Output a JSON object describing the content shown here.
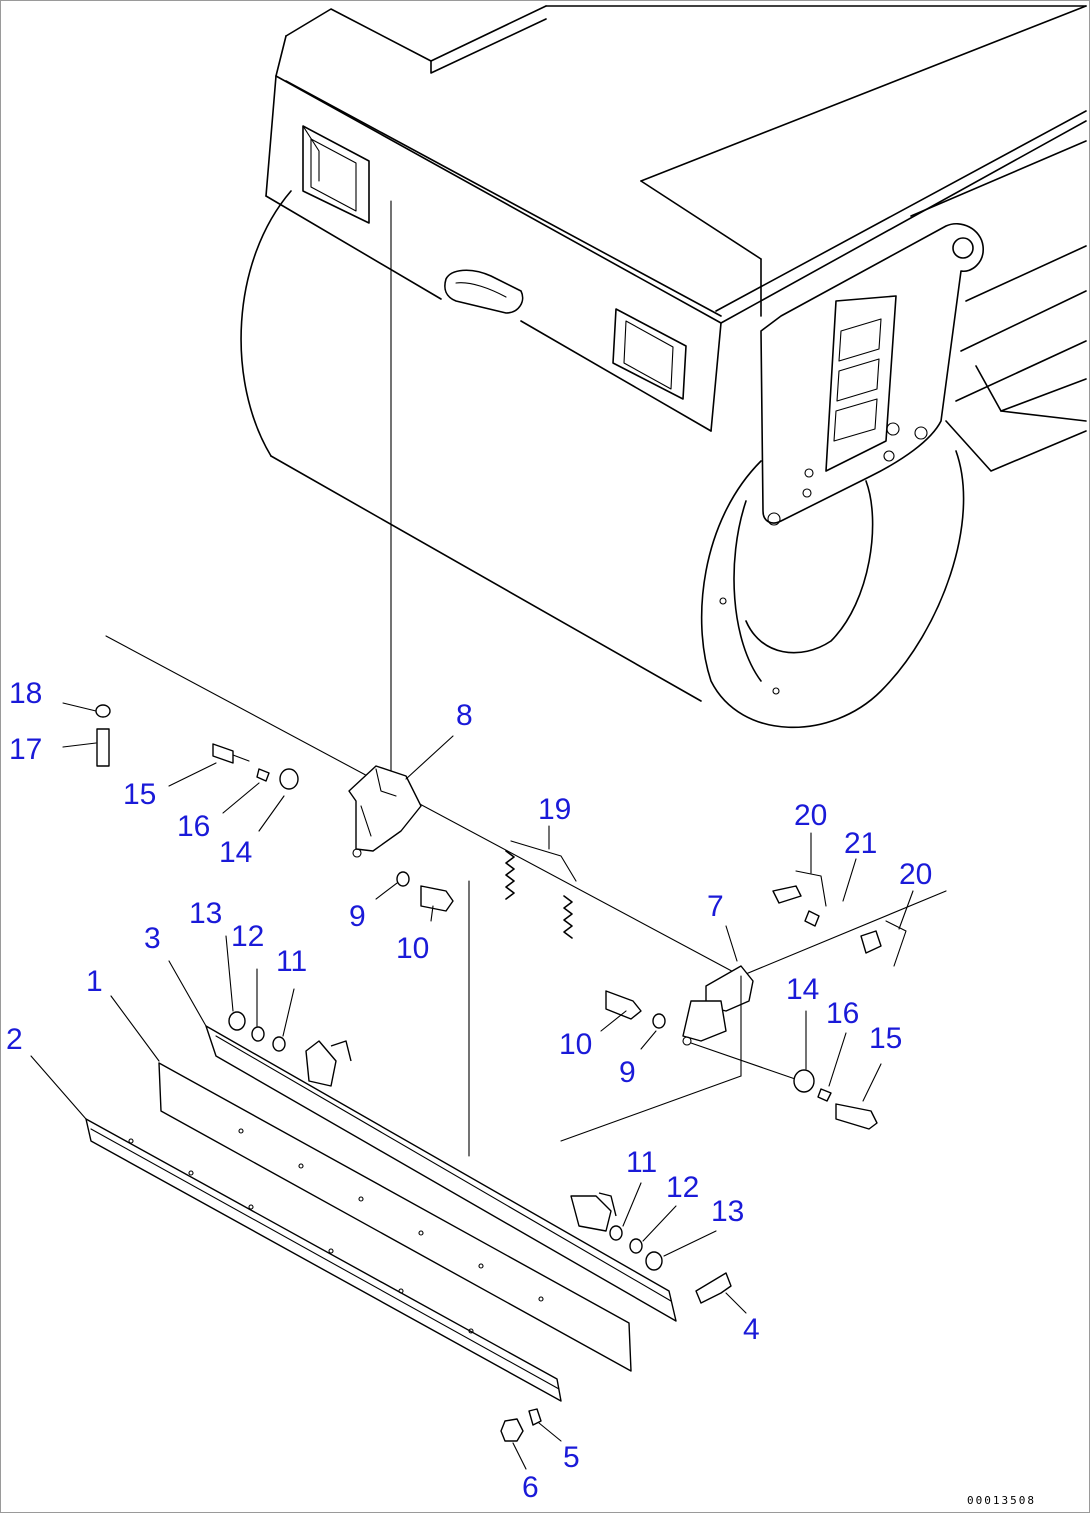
{
  "diagram": {
    "part_labels": [
      "18",
      "17",
      "15",
      "16",
      "14",
      "8",
      "19",
      "9",
      "10",
      "20",
      "21",
      "20",
      "7",
      "13",
      "12",
      "11",
      "3",
      "1",
      "2",
      "10",
      "9",
      "14",
      "16",
      "15",
      "11",
      "12",
      "13",
      "4",
      "5",
      "6"
    ],
    "reference_code": "00013508",
    "colors": {
      "label": "#1a1ad8",
      "line": "#000000",
      "background": "#ffffff",
      "frame": "#9a9a9a"
    }
  }
}
